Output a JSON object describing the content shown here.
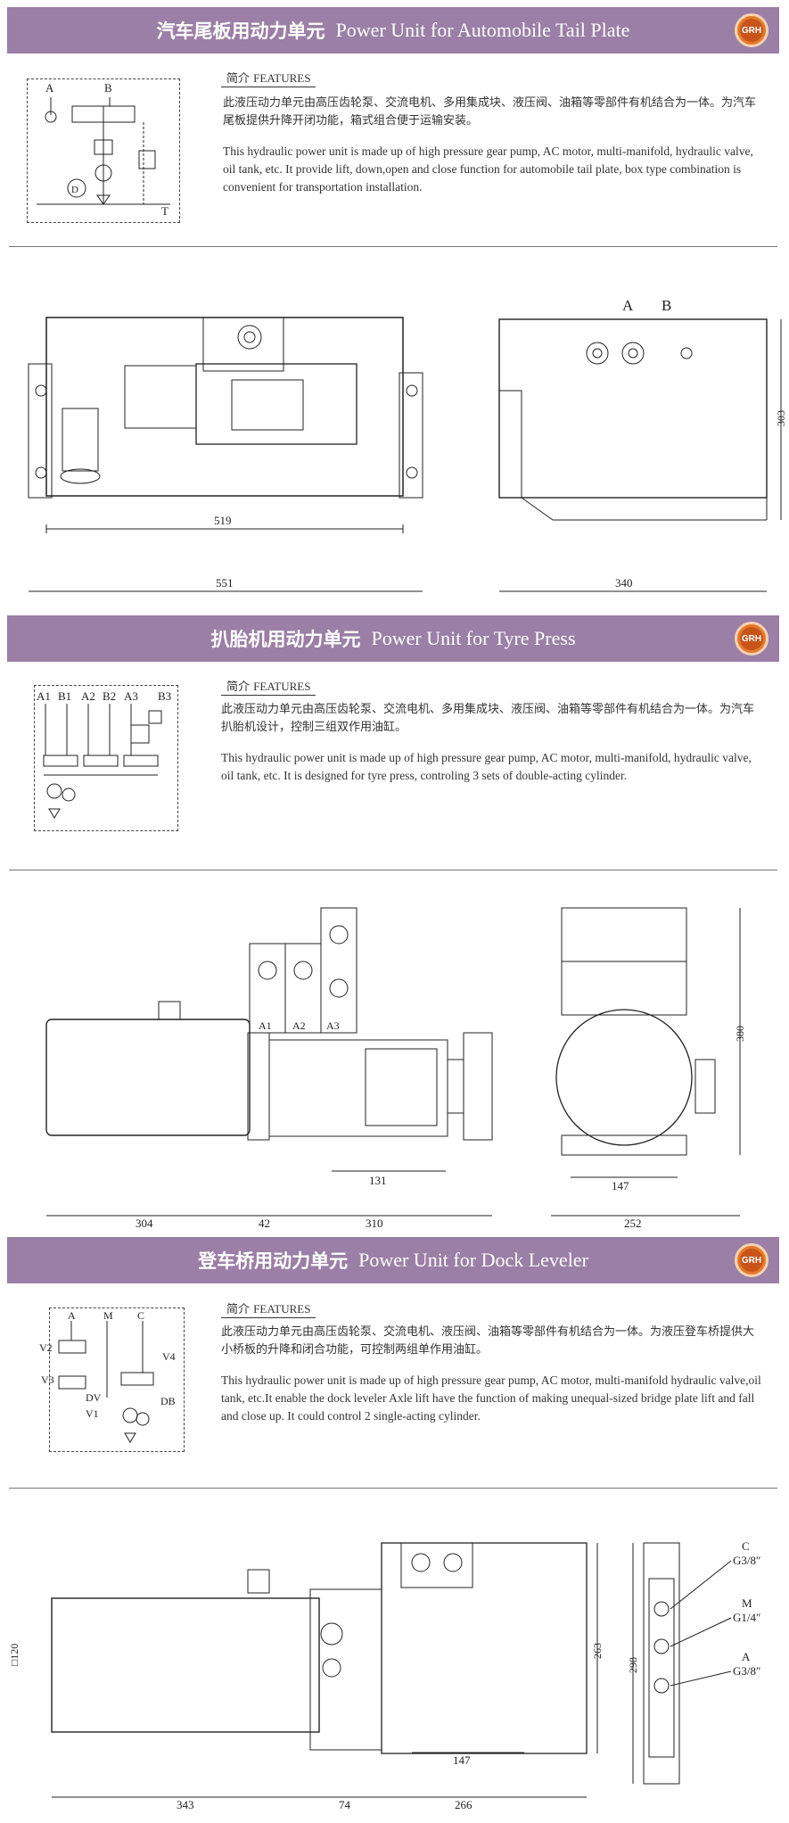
{
  "sections": [
    {
      "title_zh": "汽车尾板用动力单元",
      "title_en": "Power Unit for Automobile Tail Plate",
      "logo": "GRH",
      "features_zh": "简介",
      "features_en": "FEATURES",
      "desc_zh": "此液压动力单元由高压齿轮泵、交流电机、多用集成块、液压阀、油箱等零部件有机结合为一体。为汽车尾板提供升降开闭功能，箱式组合便于运输安装。",
      "desc_en": "This hydraulic power unit is made up of high pressure gear pump, AC motor,  multi-manifold, hydraulic valve, oil tank, etc. It provide lift, down,open and close function for automobile tail plate, box type combination is convenient for transportation installation.",
      "schematic_labels": [
        "A",
        "B",
        "T"
      ],
      "dims": [
        "519",
        "551",
        "340",
        "303",
        "A",
        "B"
      ]
    },
    {
      "title_zh": "扒胎机用动力单元",
      "title_en": "Power Unit for Tyre Press",
      "logo": "GRH",
      "features_zh": "简介",
      "features_en": "FEATURES",
      "desc_zh": "此液压动力单元由高压齿轮泵、交流电机、多用集成块、液压阀、油箱等零部件有机结合为一体。为汽车扒胎机设计，控制三组双作用油缸。",
      "desc_en": "This hydraulic power unit is made up of high pressure gear pump, AC motor, multi-manifold, hydraulic valve, oil tank, etc. It is designed for tyre press, controling 3 sets of double-acting cylinder.",
      "schematic_labels": [
        "A1",
        "B1",
        "A2",
        "B2",
        "A3",
        "B3"
      ],
      "dims": [
        "A1",
        "A2",
        "A3",
        "131",
        "304",
        "42",
        "310",
        "147",
        "252",
        "380"
      ]
    },
    {
      "title_zh": "登车桥用动力单元",
      "title_en": "Power Unit for Dock Leveler",
      "logo": "GRH",
      "features_zh": "简介",
      "features_en": "FEATURES",
      "desc_zh": "此液压动力单元由高压齿轮泵、交流电机、液压阀、油箱等零部件有机结合为一体。为液压登车桥提供大小桥板的升降和闭合功能，可控制两组单作用油缸。",
      "desc_en": "This hydraulic power unit is made up of high pressure gear pump, AC motor, multi-manifold hydraulic valve,oil tank, etc.It enable the dock leveler Axle lift have the function of making unequal-sized bridge plate lift and fall and close up. It could control 2 single-acting cylinder.",
      "schematic_labels": [
        "A",
        "M",
        "C",
        "V2",
        "V4",
        "V3",
        "DV",
        "DB",
        "V1"
      ],
      "dims": [
        "□120",
        "147",
        "343",
        "74",
        "266",
        "263",
        "298",
        "C",
        "G3/8″",
        "M",
        "G1/4″",
        "A",
        "G3/8″"
      ]
    }
  ]
}
